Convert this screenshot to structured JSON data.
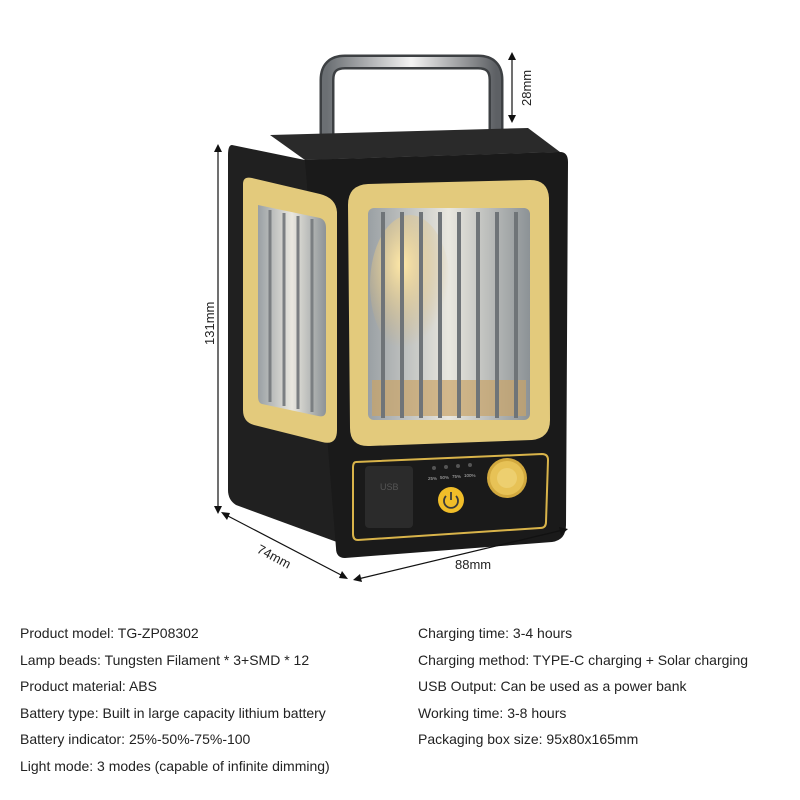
{
  "dimensions": {
    "handle_height": "28mm",
    "body_height": "131mm",
    "depth": "74mm",
    "width": "88mm"
  },
  "panel": {
    "usb_label": "USB",
    "battery_levels": [
      "25%",
      "50%",
      "75%",
      "100%"
    ]
  },
  "specs": {
    "left": [
      "Product model: TG-ZP08302",
      "Lamp beads: Tungsten Filament * 3+SMD * 12",
      "Product material: ABS",
      "Battery type: Built in large capacity lithium battery",
      "Battery indicator: 25%-50%-75%-100",
      "Light mode: 3 modes (capable of infinite dimming)"
    ],
    "right": [
      "Charging time: 3-4 hours",
      "Charging method: TYPE-C charging + Solar charging",
      "USB Output: Can be used as a power bank",
      "Working time: 3-8 hours",
      "Packaging box size: 95x80x165mm"
    ]
  },
  "colors": {
    "body": "#1c1c1c",
    "frame": "#e3ca7c",
    "knob": "#e7c256",
    "accent_line": "#d9b44a",
    "power_button": "#f0bd29"
  }
}
